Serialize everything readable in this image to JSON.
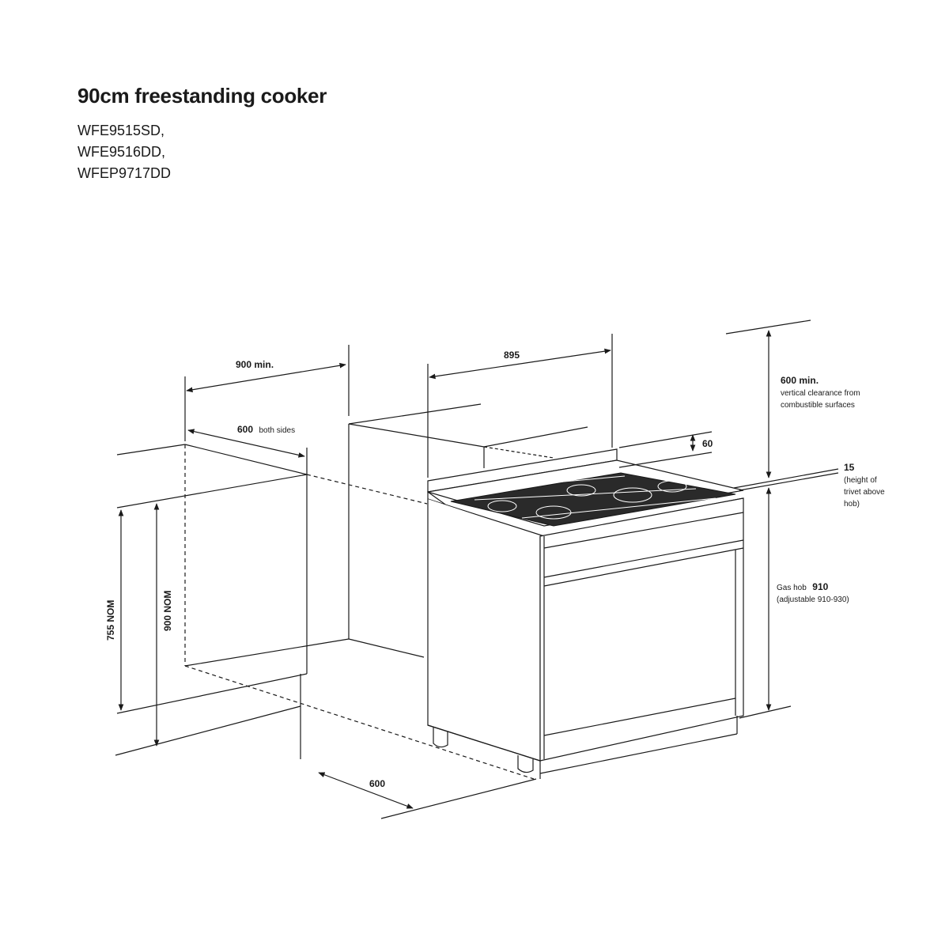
{
  "title": "90cm freestanding cooker",
  "models": [
    "WFE9515SD,",
    "WFE9516DD,",
    "WFEP9717DD"
  ],
  "dimensions": {
    "side_clearance": "900 min.",
    "side_gap_value": "600",
    "side_gap_note": "both sides",
    "width": "895",
    "splashback": "60",
    "vertical_clearance_value": "600 min.",
    "vertical_clearance_note_1": "vertical clearance from",
    "vertical_clearance_note_2": "combustible surfaces",
    "trivet_value": "15",
    "trivet_note_1": "(height of",
    "trivet_note_2": "trivet above",
    "trivet_note_3": "hob)",
    "hob_label": "Gas hob",
    "hob_value": "910",
    "hob_note": "(adjustable 910-930)",
    "bench_height_1": "755 NOM",
    "bench_height_2": "900 NOM",
    "depth": "600"
  }
}
